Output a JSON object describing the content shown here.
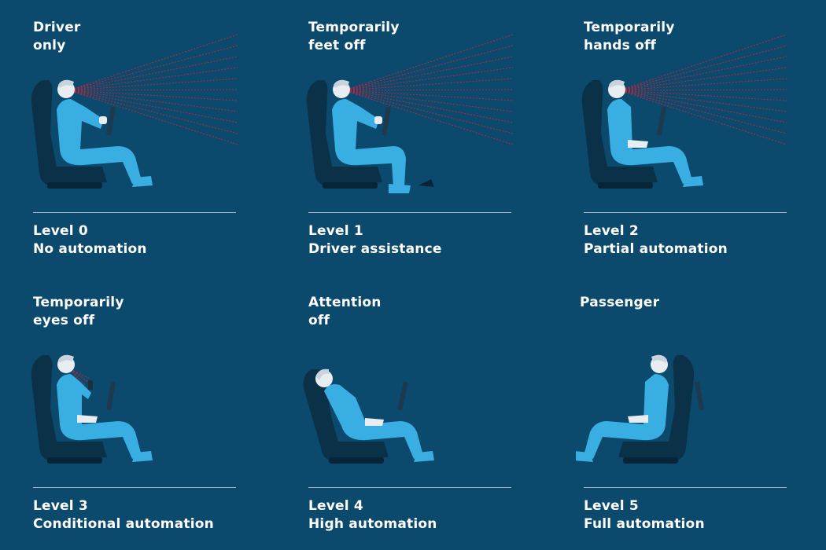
{
  "palette": {
    "background": "#0c4a6d",
    "figure": "#39aee3",
    "figure_dark": "#2a8fc4",
    "seat": "#0a3148",
    "wheel": "#1d3a4e",
    "skin": "#e8edf2",
    "gaze": "#c0243c"
  },
  "levels": [
    {
      "mode_line1": "Driver",
      "mode_line2": "only",
      "level_label": "Level 0",
      "level_name": "No automation",
      "icon": "driver-hands-on-wheel-icon"
    },
    {
      "mode_line1": "Temporarily",
      "mode_line2": "feet off",
      "level_label": "Level 1",
      "level_name": "Driver assistance",
      "icon": "driver-feet-off-icon"
    },
    {
      "mode_line1": "Temporarily",
      "mode_line2": "hands off",
      "level_label": "Level 2",
      "level_name": "Partial automation",
      "icon": "driver-hands-off-icon"
    },
    {
      "mode_line1": "Temporarily",
      "mode_line2": "eyes off",
      "level_label": "Level 3",
      "level_name": "Conditional automation",
      "icon": "driver-using-phone-icon"
    },
    {
      "mode_line1": "Attention",
      "mode_line2": "off",
      "level_label": "Level 4",
      "level_name": "High automation",
      "icon": "driver-sleeping-icon"
    },
    {
      "mode_line1": "Passenger",
      "mode_line2": "",
      "level_label": "Level 5",
      "level_name": "Full automation",
      "icon": "passenger-facing-backward-icon"
    }
  ]
}
